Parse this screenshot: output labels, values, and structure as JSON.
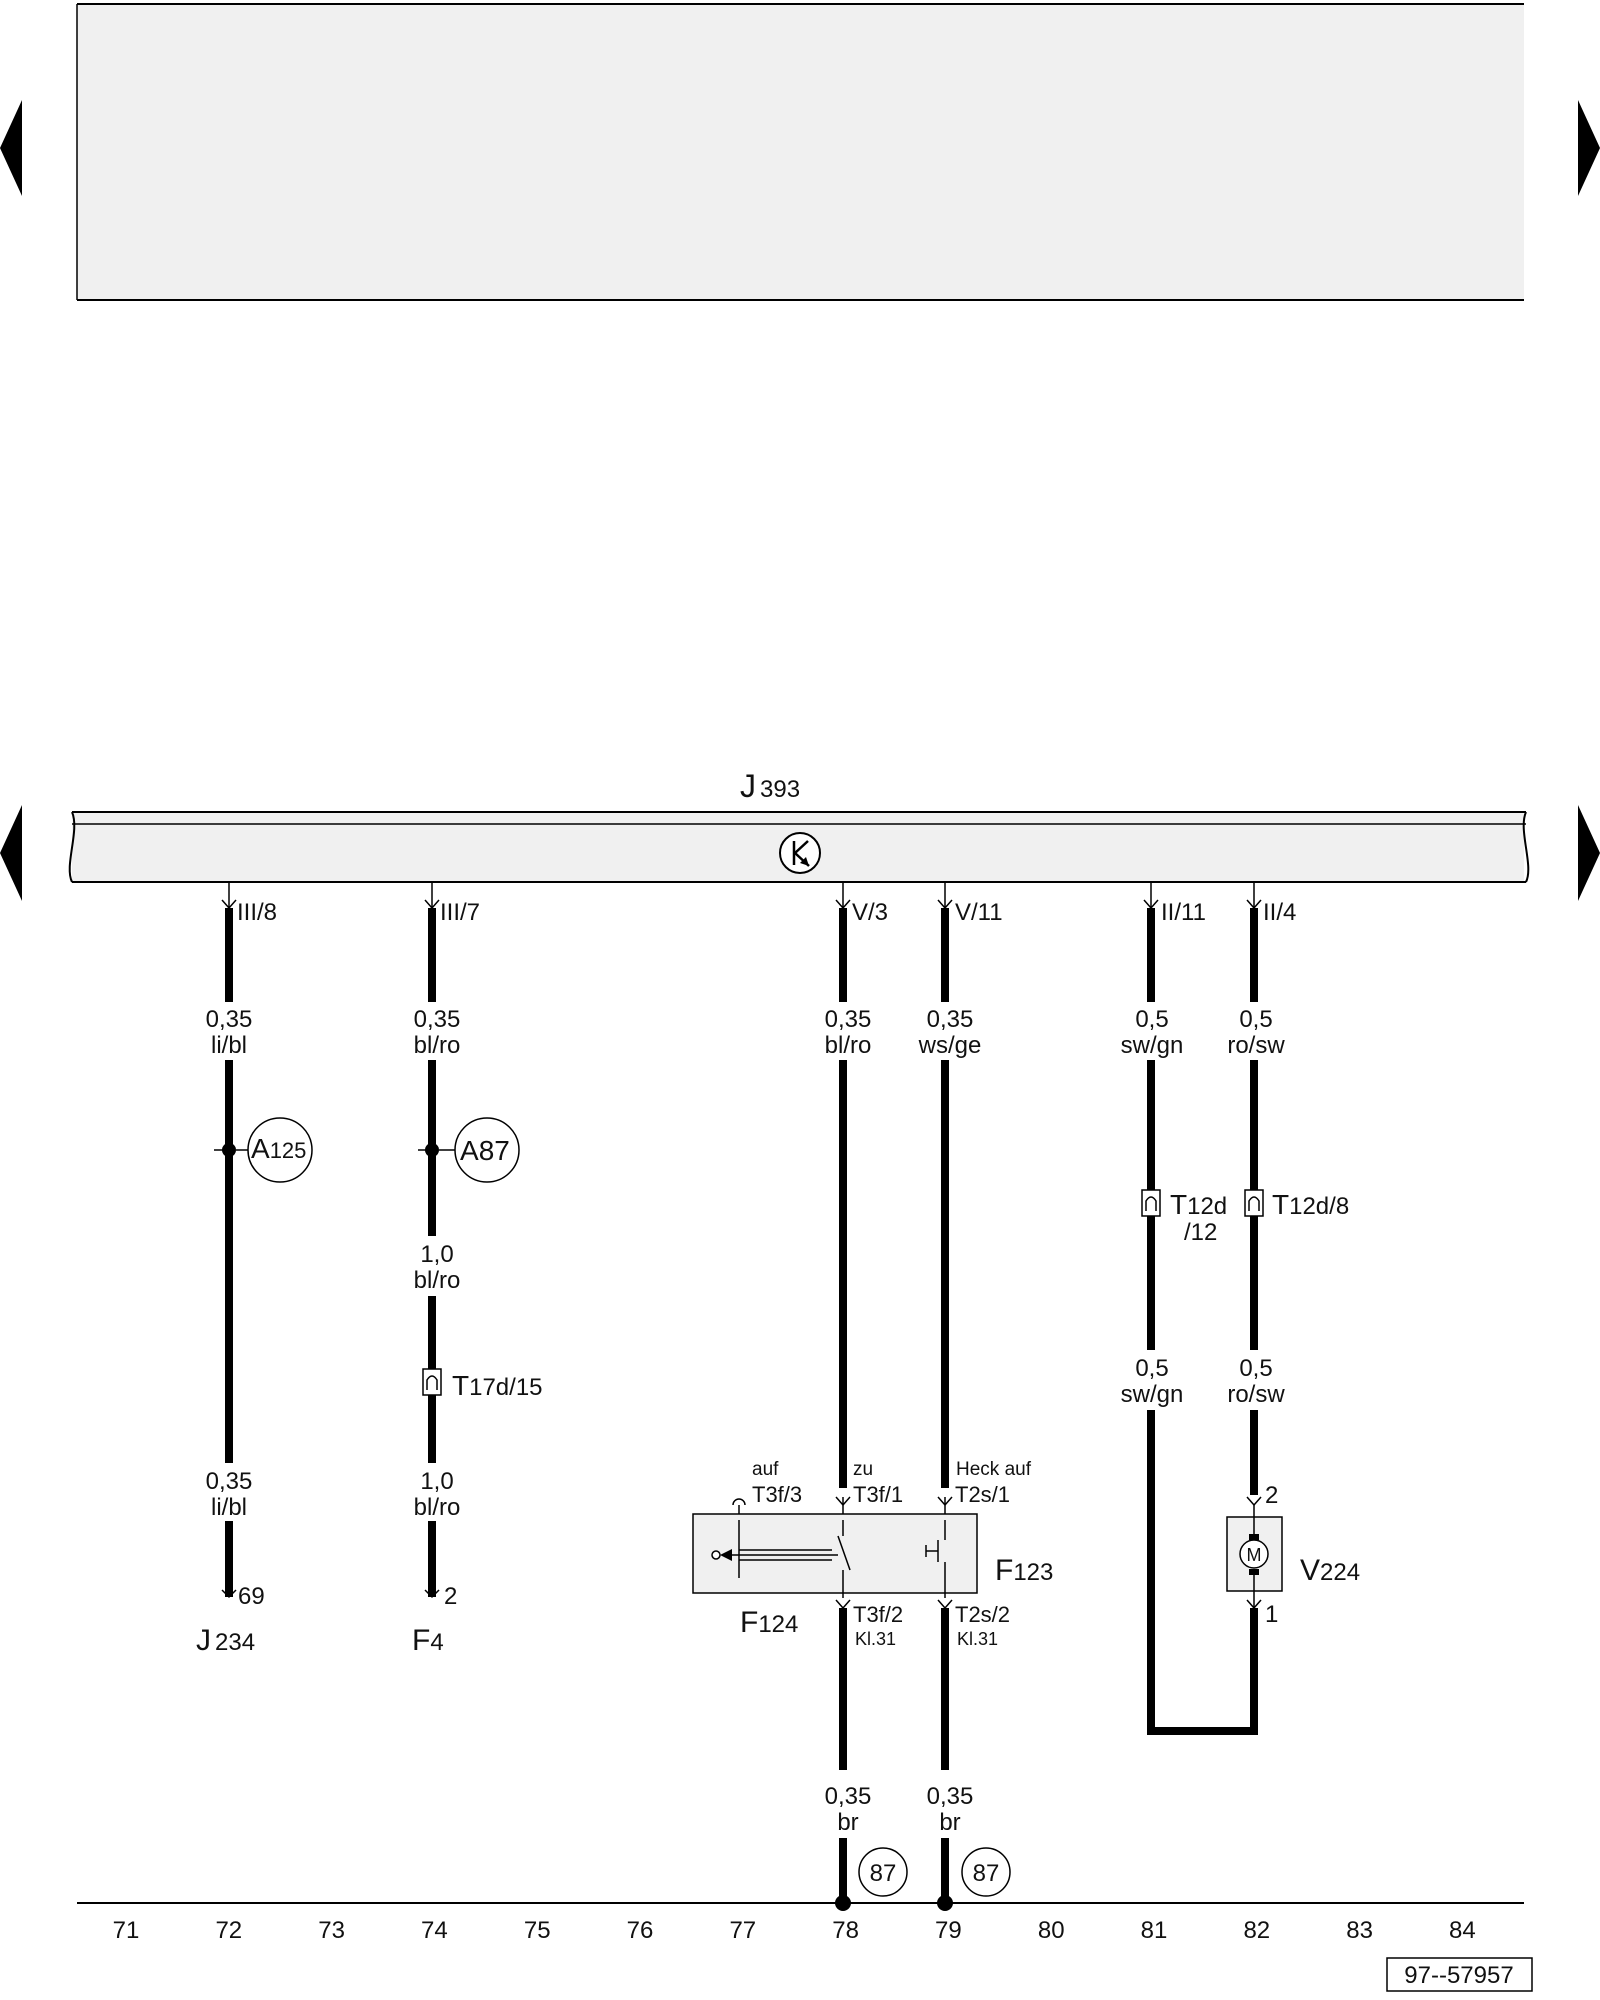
{
  "control_unit": {
    "name": "J",
    "sub": "393"
  },
  "columns": [
    "71",
    "72",
    "73",
    "74",
    "75",
    "76",
    "77",
    "78",
    "79",
    "80",
    "81",
    "82",
    "83",
    "84"
  ],
  "wires": [
    {
      "pin": "III/8",
      "labels": [
        {
          "size": "0,35",
          "color": "li/bl"
        },
        {
          "size": "0,35",
          "color": "li/bl"
        }
      ],
      "end_pin": "69",
      "end_comp": {
        "name": "J",
        "sub": "234"
      }
    },
    {
      "pin": "III/7",
      "labels": [
        {
          "size": "0,35",
          "color": "bl/ro"
        },
        {
          "size": "1,0",
          "color": "bl/ro"
        },
        {
          "size": "1,0",
          "color": "bl/ro"
        }
      ],
      "end_pin": "2",
      "end_comp": {
        "name": "F",
        "sub": "4"
      }
    },
    {
      "pin": "V/3",
      "labels": [
        {
          "size": "0,35",
          "color": "bl/ro"
        },
        {
          "size": "0,35",
          "color": "br"
        }
      ]
    },
    {
      "pin": "V/11",
      "labels": [
        {
          "size": "0,35",
          "color": "ws/ge"
        },
        {
          "size": "0,35",
          "color": "br"
        }
      ]
    },
    {
      "pin": "II/11",
      "labels": [
        {
          "size": "0,5",
          "color": "sw/gn"
        },
        {
          "size": "0,5",
          "color": "sw/gn"
        }
      ]
    },
    {
      "pin": "II/4",
      "labels": [
        {
          "size": "0,5",
          "color": "ro/sw"
        },
        {
          "size": "0,5",
          "color": "ro/sw"
        }
      ]
    }
  ],
  "splices": [
    {
      "name": "A",
      "sub": "125"
    },
    {
      "name": "A",
      "sub": "87"
    }
  ],
  "connectors": [
    {
      "name": "T",
      "rest": "17d/15"
    },
    {
      "name": "T",
      "rest": "12d",
      "line2": "/12"
    },
    {
      "name": "T",
      "rest": "12d/8"
    }
  ],
  "switch_box": {
    "f124": {
      "name": "F",
      "sub": "124"
    },
    "f123": {
      "name": "F",
      "sub": "123"
    },
    "auf_label": "auf",
    "auf_pin": "T3f/3",
    "zu_label": "zu",
    "zu_pin": "T3f/1",
    "heck_label": "Heck auf",
    "heck_pin": "T2s/1",
    "t3f2": "T3f/2",
    "t3f2_kl": "Kl.31",
    "t2s2": "T2s/2",
    "t2s2_kl": "Kl.31"
  },
  "motor": {
    "symbol": "M",
    "name": "V",
    "sub": "224",
    "pin_top": "2",
    "pin_bottom": "1"
  },
  "ground_refs": [
    "87",
    "87"
  ],
  "footer_code": "97--57957"
}
